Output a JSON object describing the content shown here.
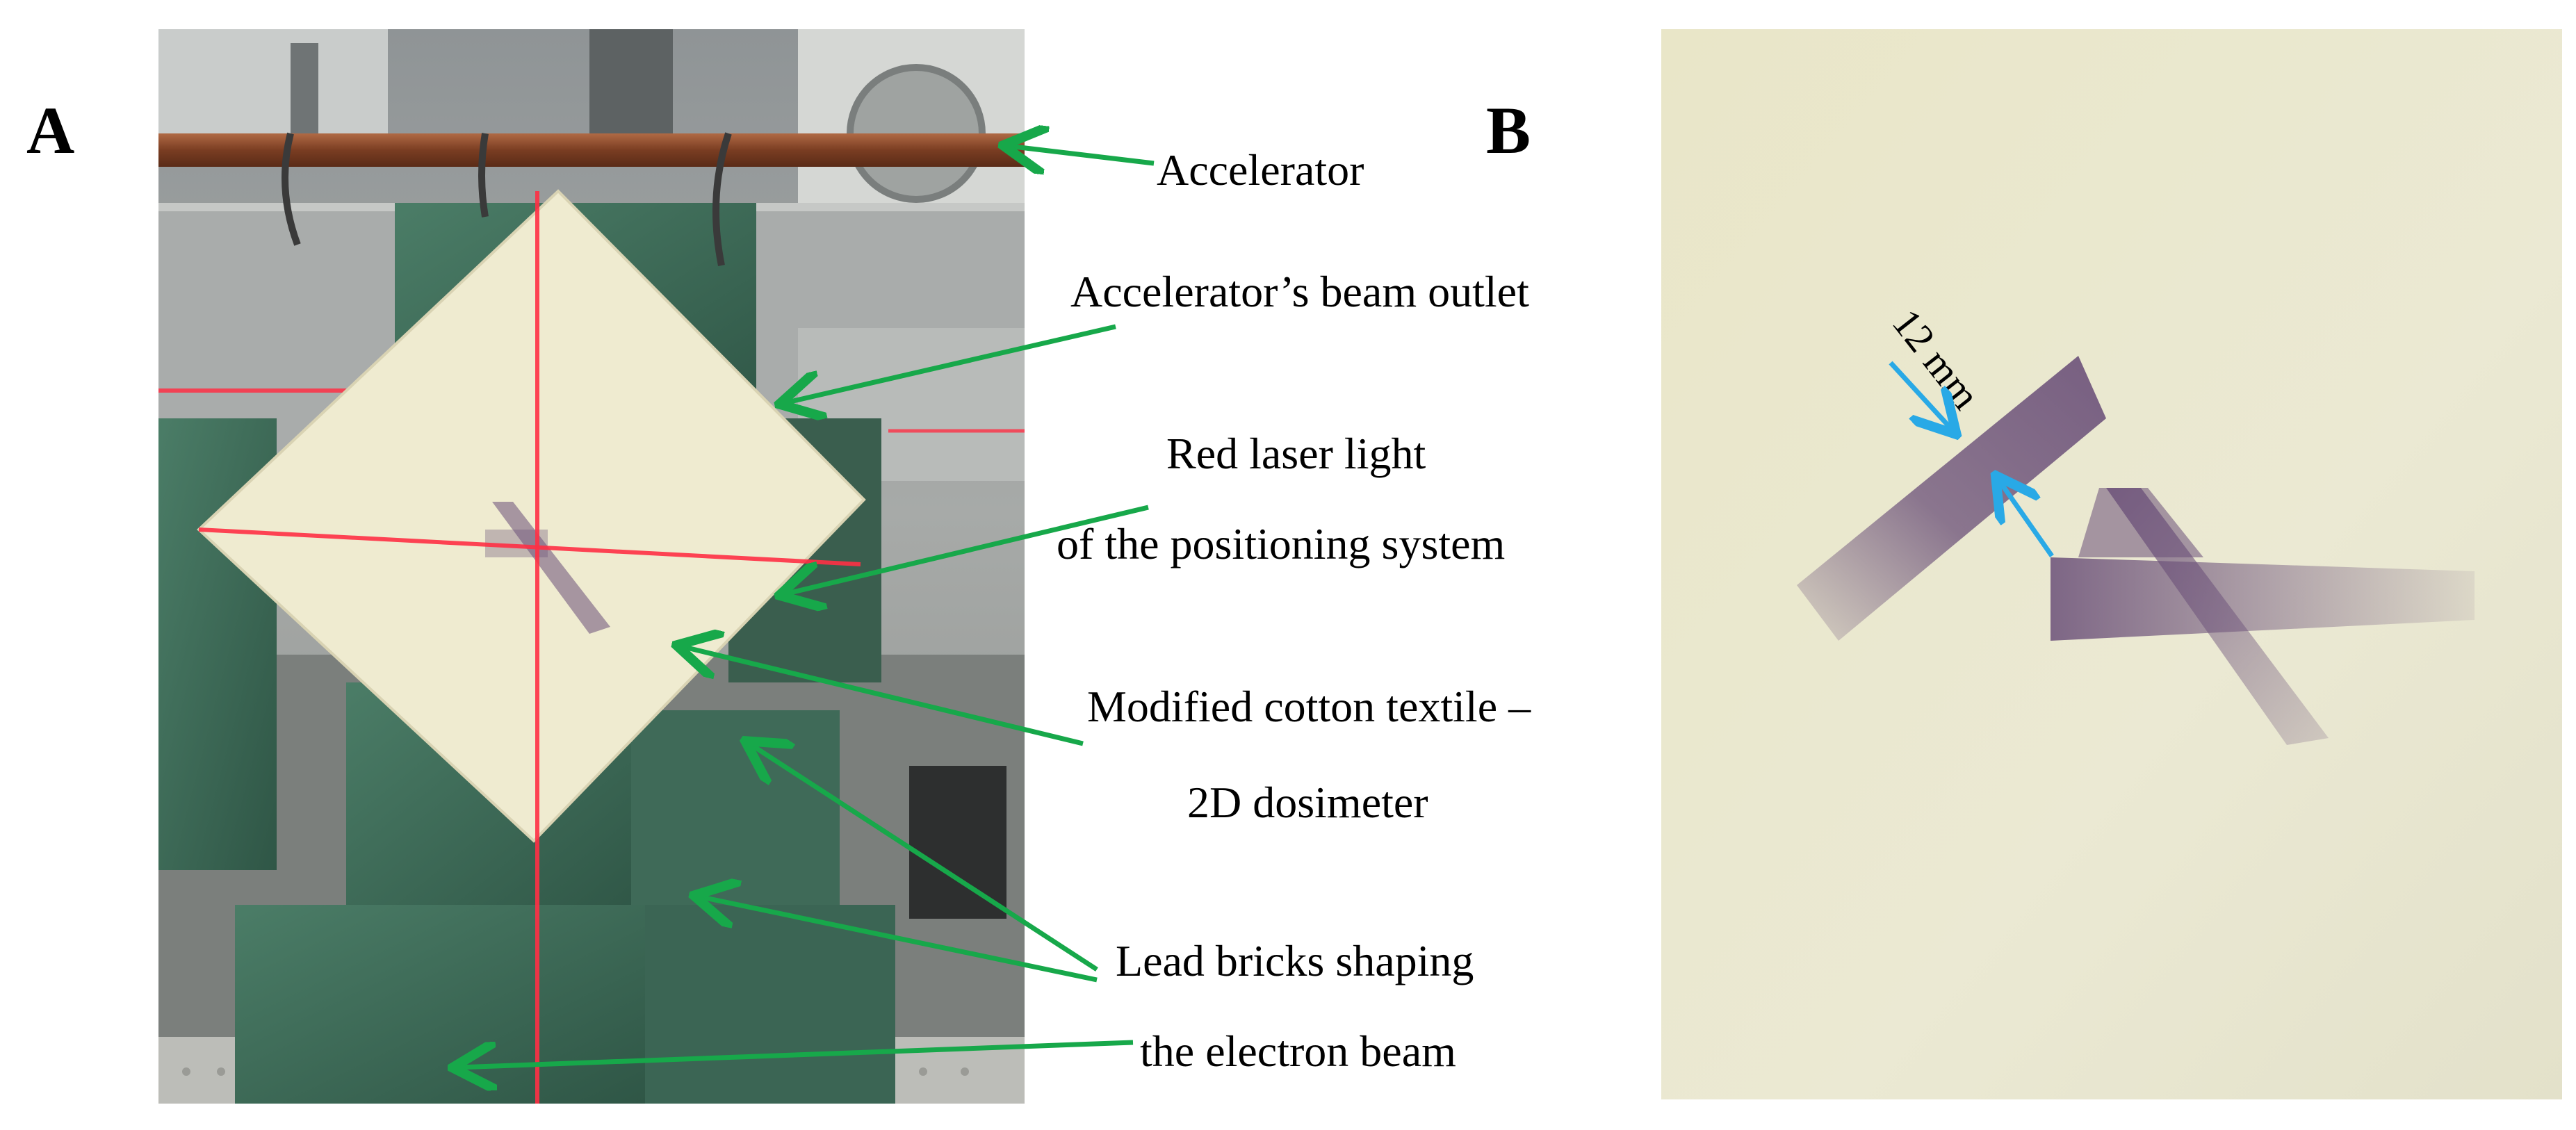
{
  "panels": {
    "a": {
      "label": "A"
    },
    "b": {
      "label": "B"
    }
  },
  "annotations": {
    "accelerator": "Accelerator",
    "beam_outlet": "Accelerator’s beam outlet",
    "laser_line1": "Red laser light",
    "laser_line2": "of the positioning system",
    "textile_line1": "Modified cotton textile –",
    "textile_line2": "2D dosimeter",
    "bricks_line1": "Lead bricks shaping",
    "bricks_line2": "the electron beam"
  },
  "measurement": {
    "label": "12 mm"
  },
  "colors": {
    "callout_arrow": "#17a84a",
    "measure_arrow": "#29a9e6",
    "textile": "#efebd0",
    "dose_stripe": "#6a4f78",
    "laser": "#ff3045",
    "lead_brick": "#3d6b57",
    "rod": "#8a4a2c"
  }
}
